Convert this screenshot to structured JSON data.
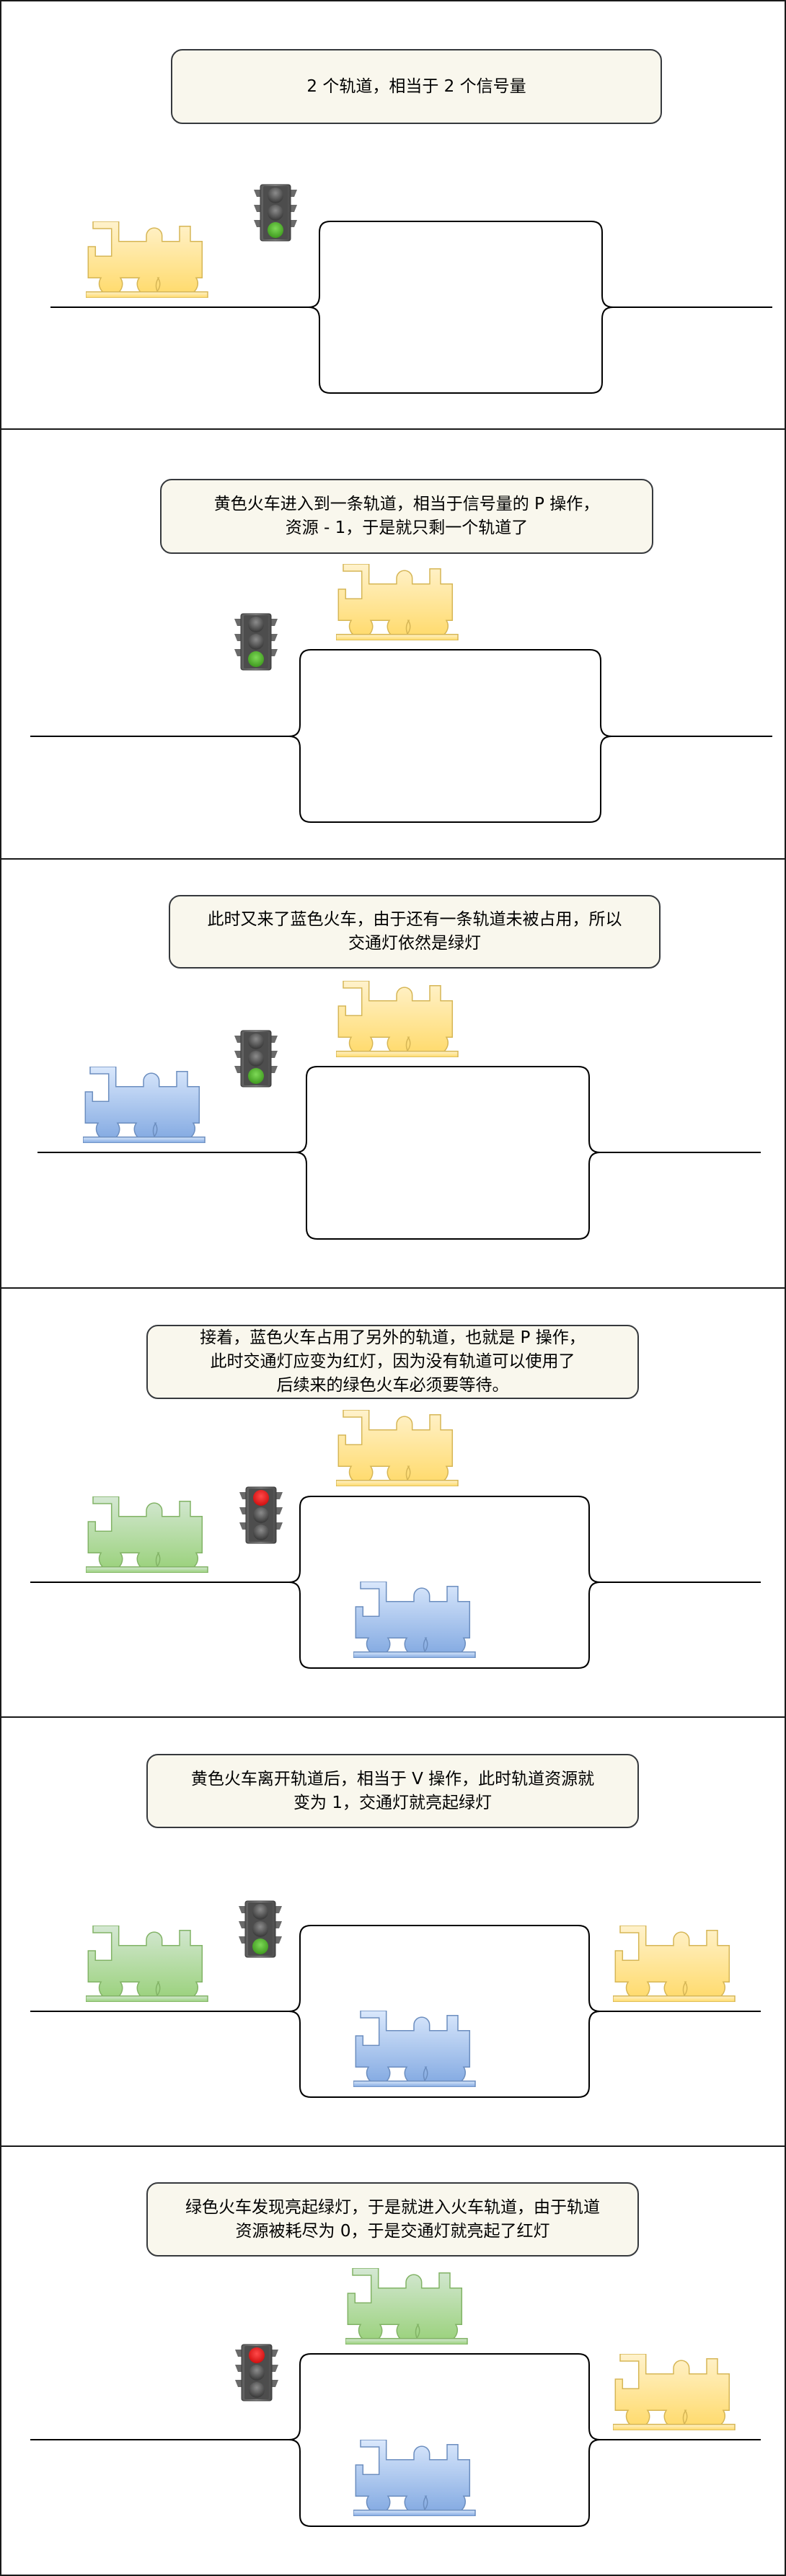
{
  "diagram": {
    "title": "Semaphore explained with trains, two tracks and a traffic light",
    "colors": {
      "caption_fill": "#f9f7ed",
      "caption_border": "#36393d",
      "track": "#000000",
      "train_yellow": {
        "top": "#fff2cc",
        "bottom": "#ffd966",
        "stroke": "#d6b656"
      },
      "train_blue": {
        "top": "#dae8fc",
        "bottom": "#7ea6e0",
        "stroke": "#6c8ebf"
      },
      "train_green": {
        "top": "#d5e8d4",
        "bottom": "#97d077",
        "stroke": "#82b366"
      },
      "light_green": "#5cb82e",
      "light_red": "#f21f1f"
    },
    "panels": [
      {
        "caption": "2 个轨道，相当于 2 个信号量",
        "signal": "green",
        "trains": [
          {
            "color": "yellow",
            "position": "waiting-left"
          }
        ]
      },
      {
        "caption": "黄色火车进入到一条轨道，相当于信号量的 P 操作，\n资源 - 1，于是就只剩一个轨道了",
        "signal": "green",
        "trains": [
          {
            "color": "yellow",
            "position": "upper-track"
          }
        ]
      },
      {
        "caption": "此时又来了蓝色火车，由于还有一条轨道未被占用，所以\n交通灯依然是绿灯",
        "signal": "green",
        "trains": [
          {
            "color": "yellow",
            "position": "upper-track"
          },
          {
            "color": "blue",
            "position": "waiting-left"
          }
        ]
      },
      {
        "caption": "接着，蓝色火车占用了另外的轨道，也就是 P 操作，\n此时交通灯应变为红灯，因为没有轨道可以使用了\n后续来的绿色火车必须要等待。",
        "signal": "red",
        "trains": [
          {
            "color": "yellow",
            "position": "upper-track"
          },
          {
            "color": "green",
            "position": "waiting-left"
          },
          {
            "color": "blue",
            "position": "lower-track"
          }
        ]
      },
      {
        "caption": "黄色火车离开轨道后，相当于 V 操作，此时轨道资源就\n变为 1，交通灯就亮起绿灯",
        "signal": "green",
        "trains": [
          {
            "color": "green",
            "position": "waiting-left"
          },
          {
            "color": "blue",
            "position": "lower-track"
          },
          {
            "color": "yellow",
            "position": "exited-right"
          }
        ]
      },
      {
        "caption": "绿色火车发现亮起绿灯，于是就进入火车轨道，由于轨道\n资源被耗尽为 0，于是交通灯就亮起了红灯",
        "signal": "red",
        "trains": [
          {
            "color": "green",
            "position": "upper-track"
          },
          {
            "color": "blue",
            "position": "lower-track"
          },
          {
            "color": "yellow",
            "position": "exited-right"
          }
        ]
      }
    ]
  }
}
